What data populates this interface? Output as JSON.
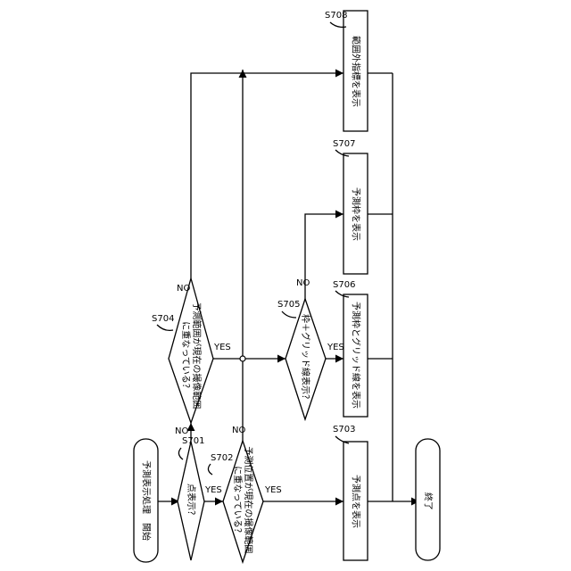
{
  "start": "予測表示処理　開始",
  "end": "終了",
  "steps": {
    "s701": {
      "id": "S701",
      "text": "点表示？"
    },
    "s702": {
      "id": "S702",
      "line1": "予測位置が現在の撮像範囲",
      "line2": "に重なっている？"
    },
    "s703": {
      "id": "S703",
      "text": "予測点を表示"
    },
    "s704": {
      "id": "S704",
      "line1": "予測範囲が現在の撮像範囲",
      "line2": "に重なっている？"
    },
    "s705": {
      "id": "S705",
      "text": "枠＋グリッド線表示？"
    },
    "s706": {
      "id": "S706",
      "text": "予測枠とグリッド線を表示"
    },
    "s707": {
      "id": "S707",
      "text": "予測枠を表示"
    },
    "s708": {
      "id": "S708",
      "text": "範囲外指標を表示"
    }
  },
  "branch": {
    "yes": "YES",
    "no": "NO"
  }
}
